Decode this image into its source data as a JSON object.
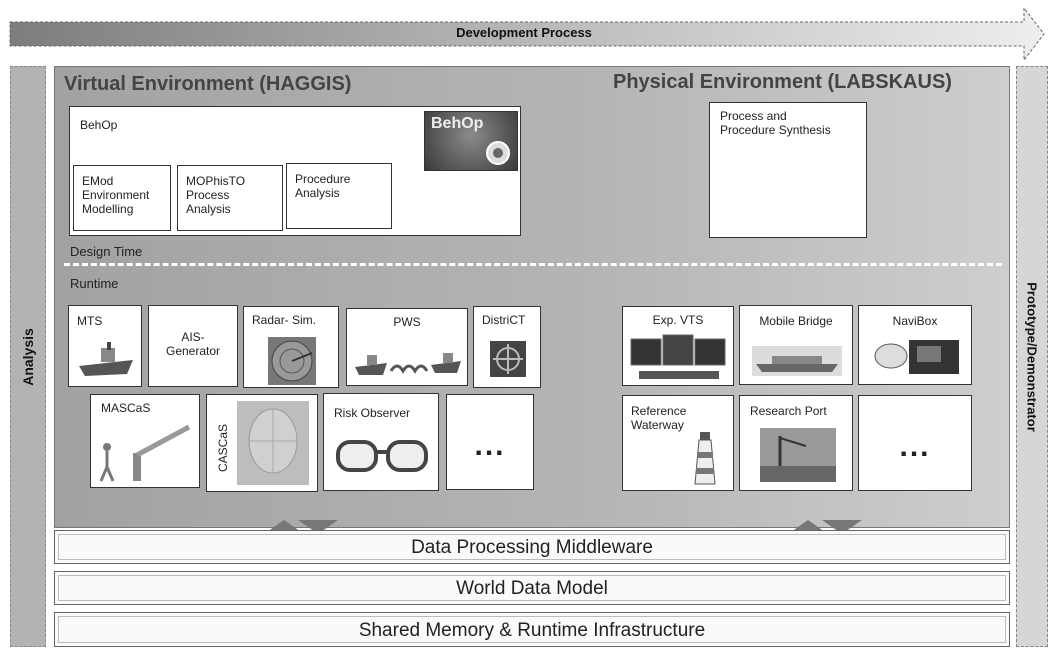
{
  "development_process": "Development Process",
  "side": {
    "left": "Analysis",
    "right": "Prototype/Demonstrator"
  },
  "environments": {
    "virtual": "Virtual Environment (HAGGIS)",
    "physical": "Physical Environment (LABSKAUS)"
  },
  "design_time": {
    "label": "Design Time",
    "behop": {
      "title": "BehOp",
      "logo_text": "BehOp",
      "modules": [
        "EMod\nEnvironment\nModelling",
        "MOPhisTO\nProcess\nAnalysis",
        "Procedure\nAnalysis"
      ]
    },
    "process_synthesis": "Process and\nProcedure Synthesis"
  },
  "runtime": {
    "label": "Runtime",
    "virtual_row1": [
      "MTS",
      "AIS-\nGenerator",
      "Radar- Sim.",
      "PWS",
      "DistriCT"
    ],
    "virtual_row2": [
      "MASCaS",
      "CASCaS",
      "Risk Observer",
      "..."
    ],
    "physical_row1": [
      "Exp. VTS",
      "Mobile Bridge",
      "NaviBox"
    ],
    "physical_row2": [
      "Reference\nWaterway",
      "Research Port",
      "..."
    ]
  },
  "layers": [
    "Data Processing Middleware",
    "World Data Model",
    "Shared Memory & Runtime Infrastructure"
  ]
}
